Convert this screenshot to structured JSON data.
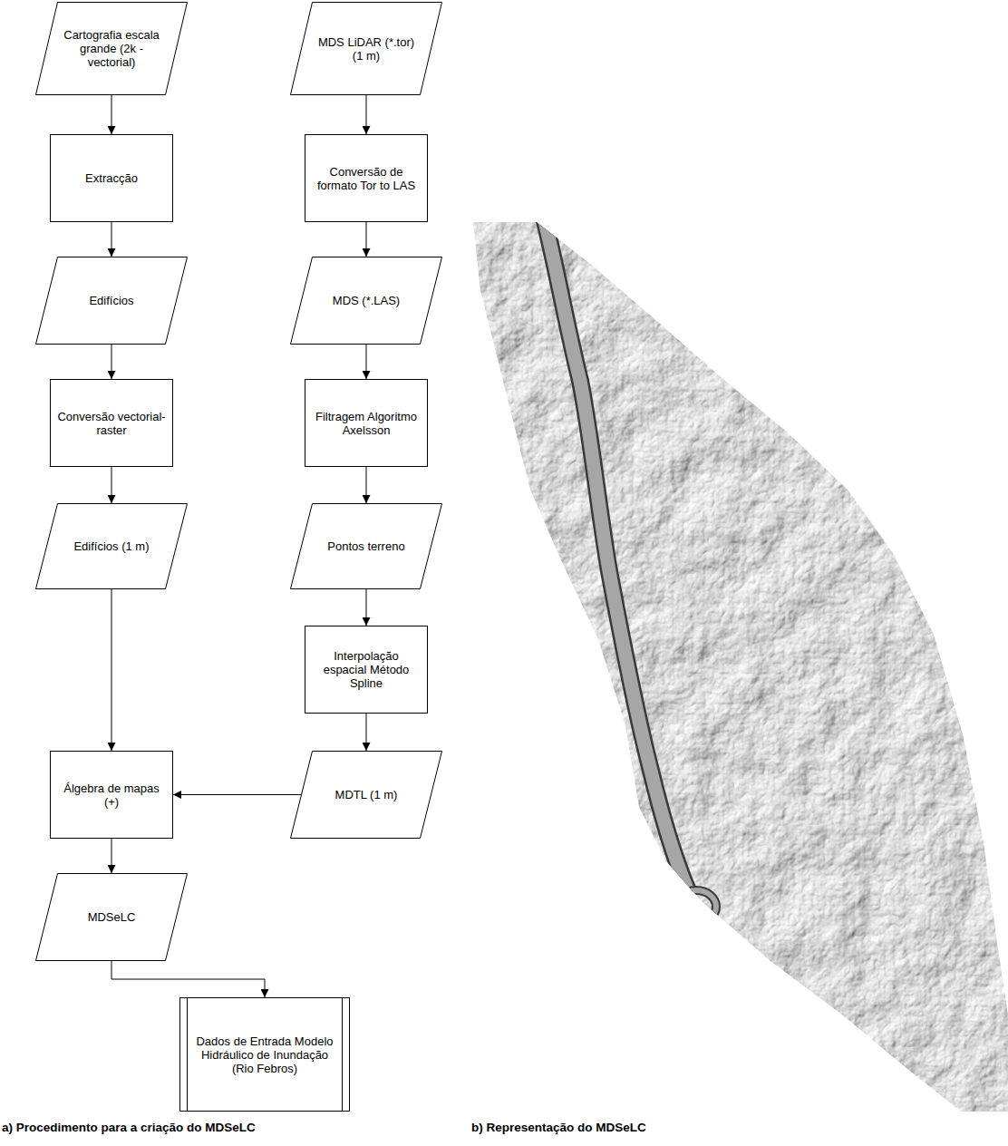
{
  "diagram": {
    "nodes": [
      {
        "text": [
          "Cartografia escala grande (2k - vectorial)"
        ]
      },
      {
        "text": [
          "MDS LiDAR (*.tor) (1 m)"
        ]
      },
      {
        "text": [
          "Extracção"
        ]
      },
      {
        "text": [
          "Conversão de formato Tor to LAS"
        ]
      },
      {
        "text": [
          "Edifícios"
        ]
      },
      {
        "text": [
          "MDS (*.LAS)"
        ]
      },
      {
        "text": [
          "Conversão vectorial-raster"
        ]
      },
      {
        "text": [
          "Filtragem Algoritmo Axelsson"
        ]
      },
      {
        "text": [
          "Edifícios (1 m)"
        ]
      },
      {
        "text": [
          "Pontos terreno"
        ]
      },
      {
        "text": [
          "Interpolação espacial Método Spline"
        ]
      },
      {
        "text": [
          "Álgebra de mapas (+)"
        ]
      },
      {
        "text": [
          "MDTL (1 m)"
        ]
      },
      {
        "text": [
          "MDSeLC"
        ]
      },
      {
        "text": [
          "Dados de Entrada Modelo Hidráulico de Inundação (Rio Febros)"
        ]
      }
    ],
    "edges": [
      {
        "from": 0,
        "to": 2,
        "arrow": "to"
      },
      {
        "from": 2,
        "to": 4,
        "arrow": "to"
      },
      {
        "from": 4,
        "to": 6,
        "arrow": "to"
      },
      {
        "from": 6,
        "to": 8,
        "arrow": "to"
      },
      {
        "from": 8,
        "to": 11,
        "arrow": "to"
      },
      {
        "from": 1,
        "to": 3,
        "arrow": "to"
      },
      {
        "from": 3,
        "to": 5,
        "arrow": "to"
      },
      {
        "from": 5,
        "to": 7,
        "arrow": "to"
      },
      {
        "from": 7,
        "to": 9,
        "arrow": "to"
      },
      {
        "from": 9,
        "to": 10,
        "arrow": "to"
      },
      {
        "from": 10,
        "to": 12,
        "arrow": "to"
      },
      {
        "from": 12,
        "to": 11,
        "arrow": "to"
      },
      {
        "from": 11,
        "to": 13,
        "arrow": "to"
      },
      {
        "from": 13,
        "to": 14,
        "arrow": "to"
      }
    ],
    "labels": [
      "a) Procedimento para a criação do MDSeLC",
      "b) Representação do MDSeLC"
    ]
  }
}
